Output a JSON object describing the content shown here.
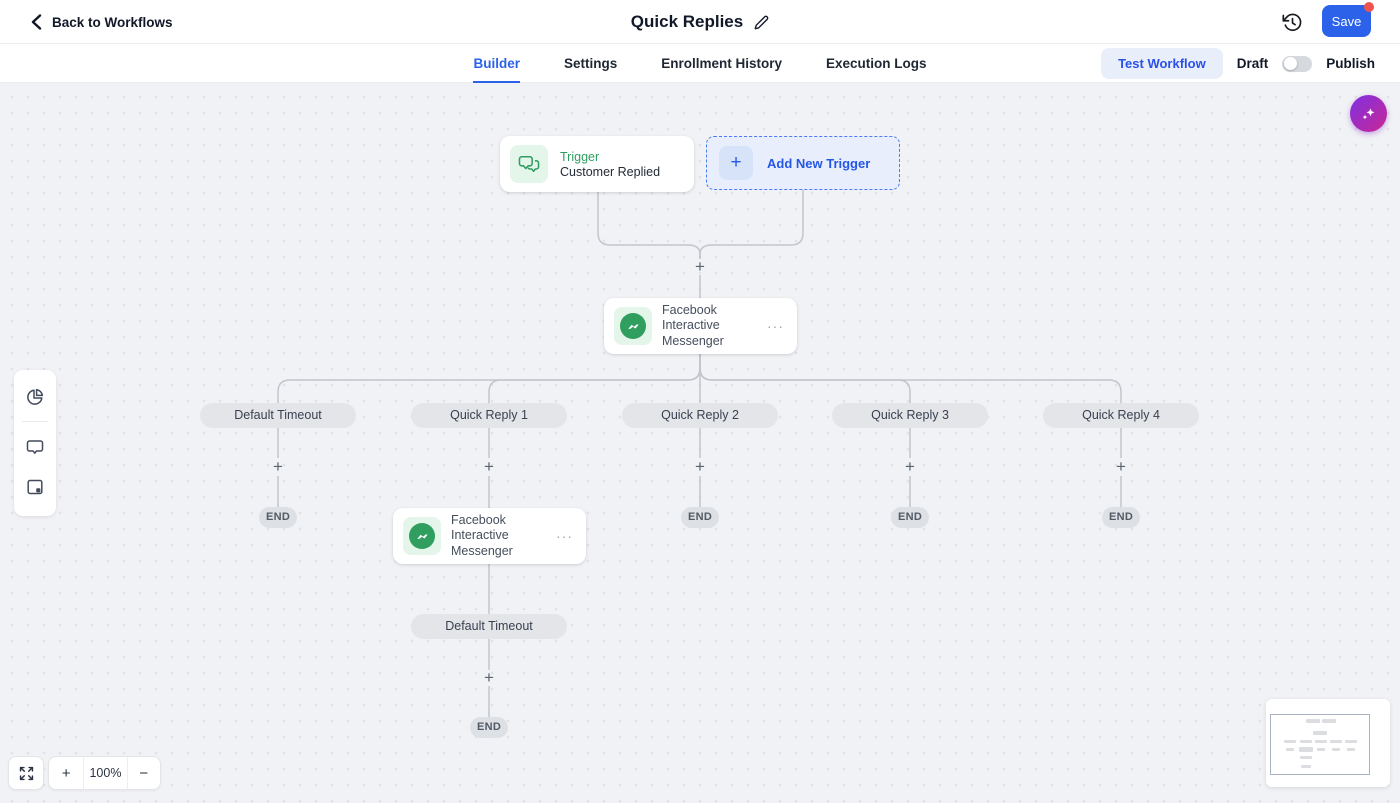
{
  "header": {
    "back_label": "Back to Workflows",
    "title": "Quick Replies",
    "save_label": "Save"
  },
  "tabs": {
    "items": [
      {
        "label": "Builder"
      },
      {
        "label": "Settings"
      },
      {
        "label": "Enrollment History"
      },
      {
        "label": "Execution Logs"
      }
    ],
    "active_tab": "Builder",
    "test_workflow_label": "Test Workflow",
    "draft_label": "Draft",
    "publish_label": "Publish",
    "publish_state": "Draft"
  },
  "canvas": {
    "trigger_node": {
      "label": "Trigger",
      "name": "Customer Replied"
    },
    "add_trigger_label": "Add New Trigger",
    "messenger_node_1": {
      "title": "Facebook Interactive Messenger"
    },
    "messenger_node_2": {
      "title": "Facebook Interactive Messenger"
    },
    "branches": [
      "Default Timeout",
      "Quick Reply 1",
      "Quick Reply 2",
      "Quick Reply 3",
      "Quick Reply 4"
    ],
    "nested_branch_label": "Default Timeout",
    "end_label": "END",
    "plus_glyph": "+",
    "node_menu_glyph": "···"
  },
  "controls": {
    "zoom_level": "100%",
    "zoom_in_glyph": "+",
    "zoom_out_glyph": "−"
  },
  "colors": {
    "accent_blue": "#2b62e9",
    "trigger_green": "#2f9e62",
    "ai_gradient_start": "#8a2fd7",
    "ai_gradient_end": "#c2289c",
    "save_badge_red": "#ef5350",
    "canvas_bg": "#f1f2f5"
  }
}
